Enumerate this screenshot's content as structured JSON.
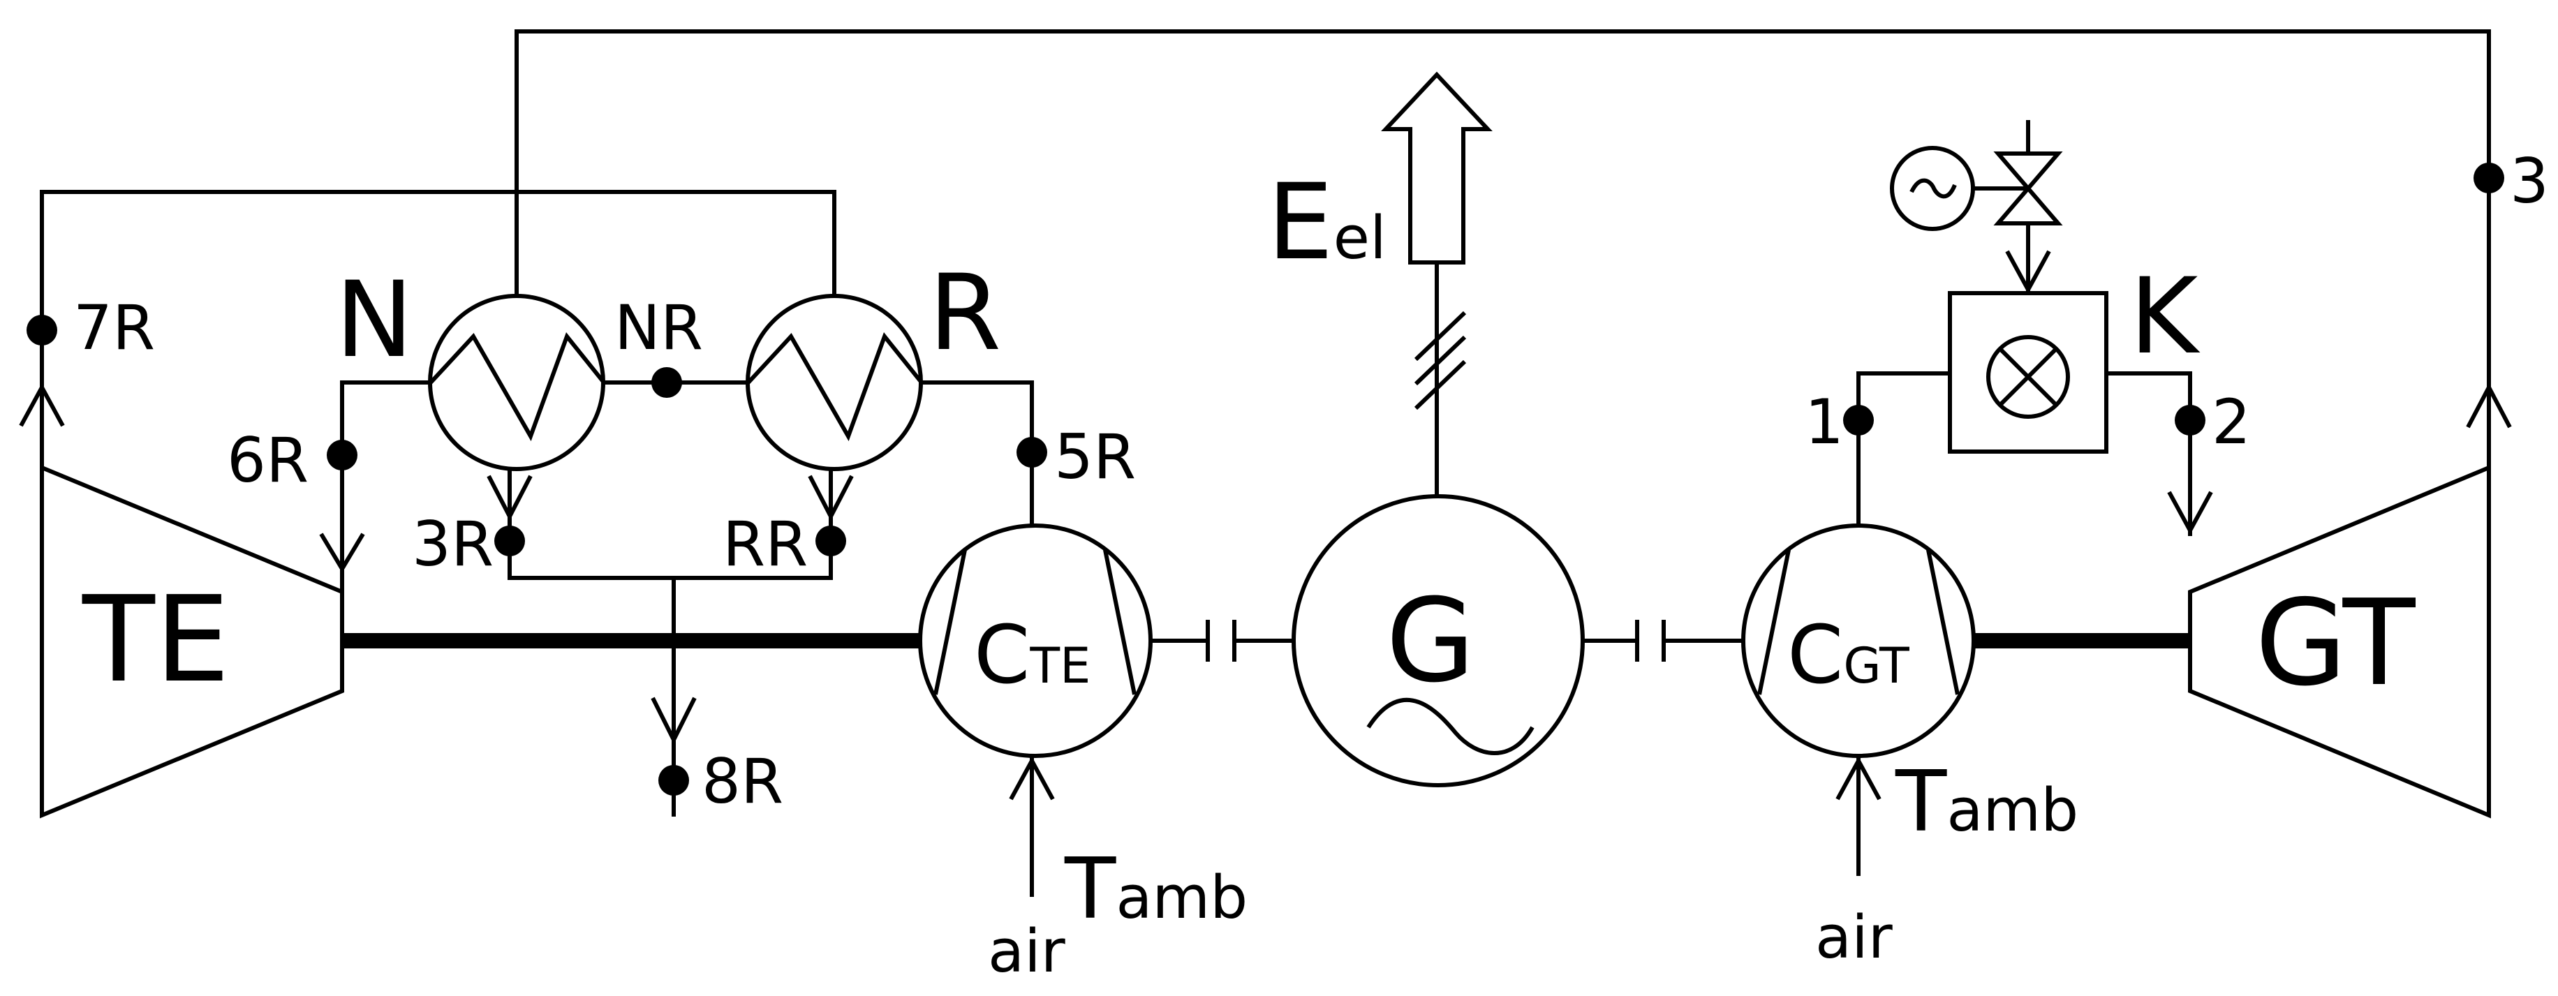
{
  "labels": {
    "p7R": "7R",
    "p6R": "6R",
    "p3R": "3R",
    "pNR": "NR",
    "pRR": "RR",
    "p5R": "5R",
    "p8R": "8R",
    "p1": "1",
    "p2": "2",
    "p3": "3",
    "N": "N",
    "R": "R",
    "TE": "TE",
    "GT": "GT",
    "G": "G",
    "K": "K",
    "E": "E",
    "E_sub": "el",
    "C": "C",
    "C_te_sub": "TE",
    "C_gt_sub": "GT",
    "T": "T",
    "T_sub": "amb",
    "air": "air"
  }
}
